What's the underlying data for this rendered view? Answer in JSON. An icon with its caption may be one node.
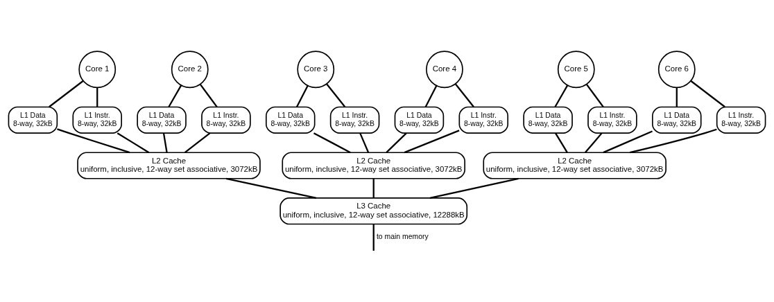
{
  "diagram": {
    "nodes": [
      {
        "text": [
          "Core 1"
        ]
      },
      {
        "text": [
          "Core 2"
        ]
      },
      {
        "text": [
          "Core 3"
        ]
      },
      {
        "text": [
          "Core 4"
        ]
      },
      {
        "text": [
          "Core 5"
        ]
      },
      {
        "text": [
          "Core 6"
        ]
      },
      {
        "text": [
          "L1 Data",
          "8-way, 32kB"
        ]
      },
      {
        "text": [
          "L1 Instr.",
          "8-way, 32kB"
        ]
      },
      {
        "text": [
          "L1 Data",
          "8-way, 32kB"
        ]
      },
      {
        "text": [
          "L1 Instr.",
          "8-way, 32kB"
        ]
      },
      {
        "text": [
          "L1 Data",
          "8-way, 32kB"
        ]
      },
      {
        "text": [
          "L1 Instr.",
          "8-way, 32kB"
        ]
      },
      {
        "text": [
          "L1 Data",
          "8-way, 32kB"
        ]
      },
      {
        "text": [
          "L1 Instr.",
          "8-way, 32kB"
        ]
      },
      {
        "text": [
          "L1 Data",
          "8-way, 32kB"
        ]
      },
      {
        "text": [
          "L1 Instr.",
          "8-way, 32kB"
        ]
      },
      {
        "text": [
          "L1 Data",
          "8-way, 32kB"
        ]
      },
      {
        "text": [
          "L1 Instr.",
          "8-way, 32kB"
        ]
      },
      {
        "text": [
          "L2 Cache",
          "uniform, inclusive, 12-way set associative, 3072kB"
        ]
      },
      {
        "text": [
          "L2 Cache",
          "uniform, inclusive, 12-way set associative, 3072kB"
        ]
      },
      {
        "text": [
          "L2 Cache",
          "uniform, inclusive, 12-way set associative, 3072kB"
        ]
      },
      {
        "text": [
          "L3 Cache",
          "uniform, inclusive, 12-way set associative, 12288kB"
        ]
      }
    ],
    "edges": [
      {
        "from": 0,
        "to": 6,
        "arrow": "none"
      },
      {
        "from": 0,
        "to": 7,
        "arrow": "none"
      },
      {
        "from": 1,
        "to": 8,
        "arrow": "none"
      },
      {
        "from": 1,
        "to": 9,
        "arrow": "none"
      },
      {
        "from": 2,
        "to": 10,
        "arrow": "none"
      },
      {
        "from": 2,
        "to": 11,
        "arrow": "none"
      },
      {
        "from": 3,
        "to": 12,
        "arrow": "none"
      },
      {
        "from": 3,
        "to": 13,
        "arrow": "none"
      },
      {
        "from": 4,
        "to": 14,
        "arrow": "none"
      },
      {
        "from": 4,
        "to": 15,
        "arrow": "none"
      },
      {
        "from": 5,
        "to": 16,
        "arrow": "none"
      },
      {
        "from": 5,
        "to": 17,
        "arrow": "none"
      },
      {
        "from": 6,
        "to": 18,
        "arrow": "none"
      },
      {
        "from": 7,
        "to": 18,
        "arrow": "none"
      },
      {
        "from": 8,
        "to": 18,
        "arrow": "none"
      },
      {
        "from": 9,
        "to": 18,
        "arrow": "none"
      },
      {
        "from": 10,
        "to": 19,
        "arrow": "none"
      },
      {
        "from": 11,
        "to": 19,
        "arrow": "none"
      },
      {
        "from": 12,
        "to": 19,
        "arrow": "none"
      },
      {
        "from": 13,
        "to": 19,
        "arrow": "none"
      },
      {
        "from": 14,
        "to": 20,
        "arrow": "none"
      },
      {
        "from": 15,
        "to": 20,
        "arrow": "none"
      },
      {
        "from": 16,
        "to": 20,
        "arrow": "none"
      },
      {
        "from": 17,
        "to": 20,
        "arrow": "none"
      },
      {
        "from": 18,
        "to": 21,
        "arrow": "none"
      },
      {
        "from": 19,
        "to": 21,
        "arrow": "none"
      },
      {
        "from": 20,
        "to": 21,
        "arrow": "none"
      },
      {
        "from": 21,
        "to": null,
        "arrow": "none",
        "label": "to main memory"
      }
    ]
  }
}
